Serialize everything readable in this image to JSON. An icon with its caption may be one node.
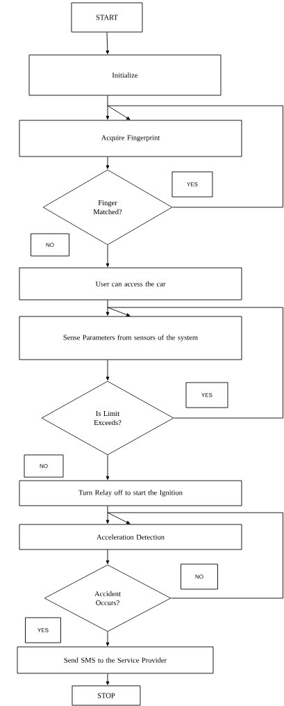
{
  "diagram": {
    "nodes": [
      {
        "text": [
          "START"
        ]
      },
      {
        "text": [
          "Initialize"
        ]
      },
      {
        "text": [
          "Acquire Fingerprint"
        ]
      },
      {
        "text": [
          "Finger Matched?"
        ]
      },
      {
        "text": [
          "YES"
        ]
      },
      {
        "text": [
          "NO"
        ]
      },
      {
        "text": [
          "User can access the car"
        ]
      },
      {
        "text": [
          "Sense Parameters from sensors of the system"
        ]
      },
      {
        "text": [
          "Is Limit Exceeds?"
        ]
      },
      {
        "text": [
          "YES"
        ]
      },
      {
        "text": [
          "NO"
        ]
      },
      {
        "text": [
          "Turn Relay off to start the Ignition"
        ]
      },
      {
        "text": [
          "Acceleration Detection"
        ]
      },
      {
        "text": [
          "Accident Occurs?"
        ]
      },
      {
        "text": [
          "NO"
        ]
      },
      {
        "text": [
          "YES"
        ]
      },
      {
        "text": [
          "Send SMS to the Service Provider"
        ]
      },
      {
        "text": [
          "STOP"
        ]
      }
    ],
    "edges": [
      {
        "from": 0,
        "to": 1,
        "arrow": "to"
      },
      {
        "from": 1,
        "to": 2,
        "arrow": "to"
      },
      {
        "from": 2,
        "to": 3,
        "arrow": "to"
      },
      {
        "from": 3,
        "to": 2,
        "arrow": "to"
      },
      {
        "from": 3,
        "to": 6,
        "arrow": "to"
      },
      {
        "from": 6,
        "to": 7,
        "arrow": "to"
      },
      {
        "from": 7,
        "to": 8,
        "arrow": "to"
      },
      {
        "from": 8,
        "to": 7,
        "arrow": "to"
      },
      {
        "from": 8,
        "to": 11,
        "arrow": "to"
      },
      {
        "from": 11,
        "to": 12,
        "arrow": "to"
      },
      {
        "from": 12,
        "to": 13,
        "arrow": "to"
      },
      {
        "from": 13,
        "to": 12,
        "arrow": "to"
      },
      {
        "from": 13,
        "to": 16,
        "arrow": "to"
      },
      {
        "from": 16,
        "to": 17,
        "arrow": "to"
      }
    ]
  }
}
